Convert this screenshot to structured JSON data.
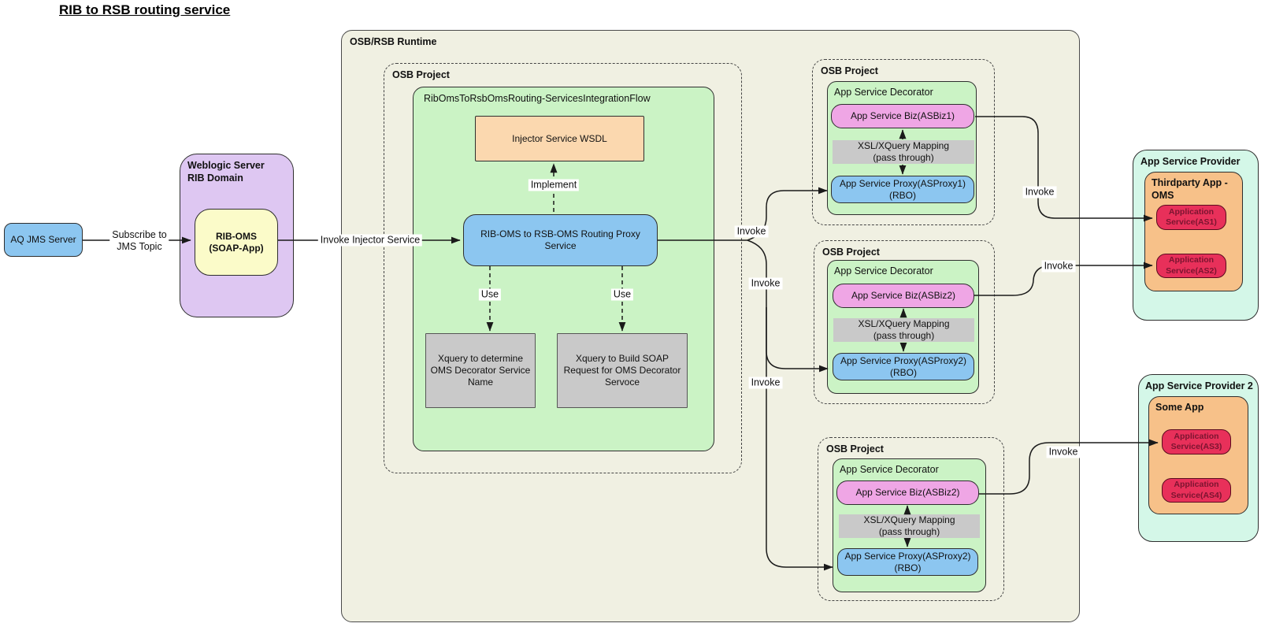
{
  "title": "RIB to RSB routing service",
  "palette": {
    "runtime_bg": "#F0F0E2",
    "green": "#CBF3C5",
    "blue": "#8CC6F0",
    "purple": "#DEC7F2",
    "yellow": "#FBFBC9",
    "orange": "#FBD8AF",
    "gray": "#C9C9C9",
    "pink": "#EFA6E5",
    "mint": "#D4F7E8",
    "provider_orange": "#F7C189",
    "red": "#E8305A"
  },
  "left": {
    "aq_jms": "AQ JMS Server",
    "subscribe": "Subscribe to\nJMS Topic",
    "weblogic": "Weblogic Server\nRIB Domain",
    "rib_oms": "RIB-OMS\n(SOAP-App)",
    "invoke_injector": "Invoke Injector Service"
  },
  "runtime": {
    "title": "OSB/RSB Runtime",
    "routing": {
      "project": "OSB Project",
      "flow": "RibOmsToRsbOmsRouting-ServicesIntegrationFlow",
      "wsdl": "Injector Service WSDL",
      "implement": "Implement",
      "proxy": "RIB-OMS to RSB-OMS Routing Proxy\nService",
      "use1": "Use",
      "use2": "Use",
      "xq1": "Xquery to determine\nOMS Decorator Service\nName",
      "xq2": "Xquery to Build SOAP\nRequest for OMS Decorator\nServoce"
    },
    "invokes": {
      "branch": "Invoke",
      "mid": "Invoke",
      "bottom": "Invoke",
      "out1": "Invoke",
      "out2": "Invoke",
      "out3": "Invoke"
    },
    "projects": [
      {
        "project": "OSB Project",
        "decorator": "App Service Decorator",
        "biz": "App Service Biz(ASBiz1)",
        "mapping": "XSL/XQuery Mapping\n(pass through)",
        "proxy": "App Service Proxy(ASProxy1)\n(RBO)"
      },
      {
        "project": "OSB Project",
        "decorator": "App Service Decorator",
        "biz": "App Service Biz(ASBiz2)",
        "mapping": "XSL/XQuery Mapping\n(pass through)",
        "proxy": "App Service Proxy(ASProxy2)\n(RBO)"
      },
      {
        "project": "OSB Project",
        "decorator": "App Service Decorator",
        "biz": "App Service Biz(ASBiz2)",
        "mapping": "XSL/XQuery Mapping\n(pass through)",
        "proxy": "App Service Proxy(ASProxy2)\n(RBO)"
      }
    ]
  },
  "providers": [
    {
      "title": "App Service Provider",
      "app": "Thirdparty App -\nOMS",
      "services": [
        "Application Service(AS1)",
        "Application Service(AS2)"
      ]
    },
    {
      "title": "App Service Provider 2",
      "app": "Some App",
      "services": [
        "Application Service(AS3)",
        "Application Service(AS4)"
      ]
    }
  ]
}
